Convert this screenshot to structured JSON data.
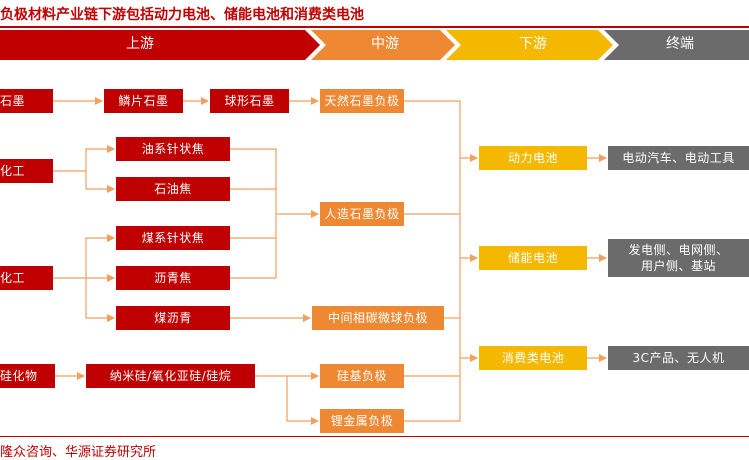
{
  "title": "负极材料产业链下游包括动力电池、储能电池和消费类电池",
  "stages": [
    "上游",
    "中游",
    "下游",
    "终端"
  ],
  "upstream_sources": [
    "石墨",
    "化工",
    "化工",
    "硅化物"
  ],
  "upstream_materials": [
    "鳞片石墨",
    "球形石墨",
    "油系针状焦",
    "石油焦",
    "煤系针状焦",
    "沥青焦",
    "煤沥青",
    "纳米硅/氧化亚硅/硅烷"
  ],
  "midstream": [
    "天然石墨负极",
    "人造石墨负极",
    "中间相碳微球负极",
    "硅基负极",
    "锂金属负极"
  ],
  "downstream": [
    "动力电池",
    "储能电池",
    "消费类电池"
  ],
  "terminal": [
    [
      "电动汽车、电动工具"
    ],
    [
      "发电侧、电网侧、",
      "用户侧、基站"
    ],
    [
      "3C产品、无人机"
    ]
  ],
  "source": "隆众咨询、华源证券研究所",
  "colors": {
    "red": "#c00000",
    "orange": "#ee8833",
    "yellow": "#f4b800",
    "gray": "#6b6b6b",
    "line": "#f0a060"
  }
}
